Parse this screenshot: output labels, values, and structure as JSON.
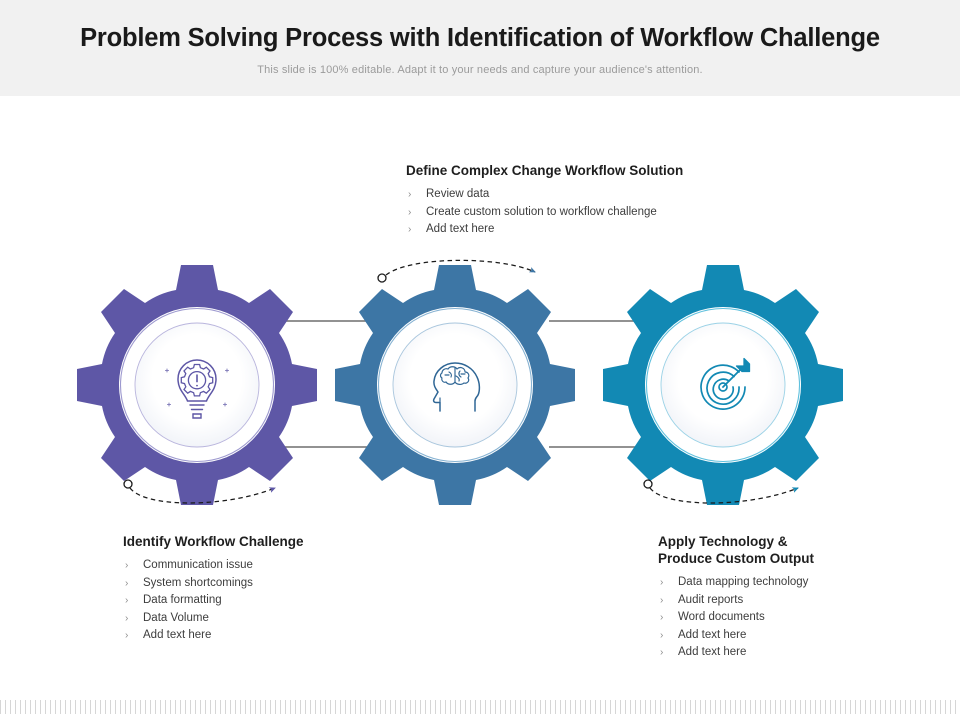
{
  "header": {
    "title": "Problem Solving Process with Identification of Workflow Challenge",
    "subtitle": "This slide is 100% editable. Adapt it to your needs and capture your audience's attention."
  },
  "blocks": {
    "top": {
      "title": "Define Complex Change Workflow Solution",
      "bullets": [
        "Review data",
        "Create custom solution to workflow challenge",
        "Add text here"
      ]
    },
    "left": {
      "title": "Identify Workflow Challenge",
      "bullets": [
        "Communication issue",
        "System shortcomings",
        "Data formatting",
        "Data Volume",
        "Add text here"
      ]
    },
    "right": {
      "title": "Apply Technology &\nProduce Custom Output",
      "bullets": [
        "Data mapping technology",
        "Audit reports",
        "Word documents",
        "Add text here",
        "Add text here"
      ]
    }
  },
  "gears": [
    {
      "id": "gear-identify",
      "icon": "lightbulb-gear-icon",
      "color": "#5E57A6",
      "label": "Identify Workflow Challenge"
    },
    {
      "id": "gear-define",
      "icon": "head-brain-icon",
      "color": "#3D76A5",
      "label": "Define Complex Change Workflow Solution"
    },
    {
      "id": "gear-apply",
      "icon": "target-dart-icon",
      "color": "#1289B4",
      "label": "Apply Technology & Produce Custom Output"
    }
  ],
  "bullet_marker": "›",
  "colors": {
    "header_band": "#f1f1f1",
    "purple": "#5E57A6",
    "steel_blue": "#3D76A5",
    "cyan_blue": "#1289B4",
    "connector_line": "#6f6f6f",
    "arrow_dash": "#1a1a1a",
    "tick_strip": "#d6d6d6",
    "subtitle_text": "#9b9b9b"
  }
}
